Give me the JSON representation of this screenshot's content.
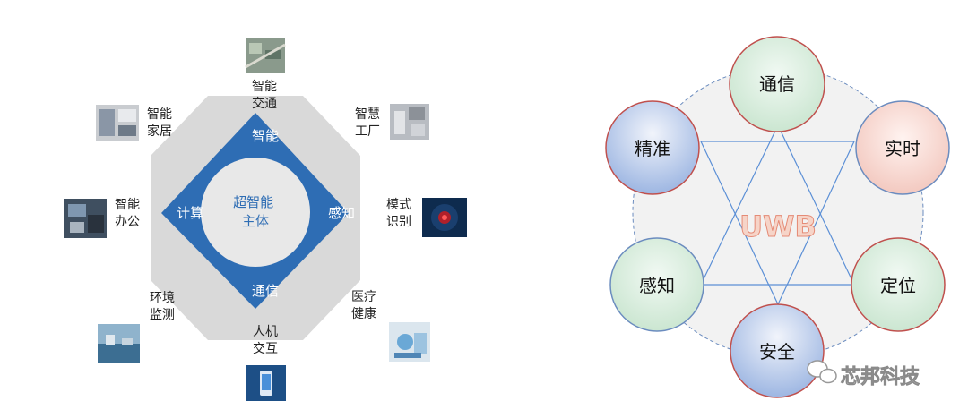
{
  "left_diagram": {
    "center": "超智能\n主体",
    "inner_labels": {
      "top": "智能",
      "right": "感知",
      "bottom": "通信",
      "left": "计算"
    },
    "outer_labels": {
      "top": "智能\n交通",
      "top_right": "智慧\n工厂",
      "right": "模式\n识别",
      "bottom_right": "医疗\n健康",
      "bottom": "人机\n交互",
      "bottom_left": "环境\n监测",
      "left": "智能\n办公",
      "top_left": "智能\n家居"
    }
  },
  "right_diagram": {
    "center": "UWB",
    "nodes": [
      "通信",
      "实时",
      "定位",
      "安全",
      "感知",
      "精准"
    ]
  },
  "watermark": "芯邦科技",
  "colors": {
    "octagon": "#d9d9d9",
    "diamond": "#2e6db4",
    "center_circle": "#e8e8e8",
    "green_node_top": "#e9f5ec",
    "green_node_edge": "#cfe9d4",
    "red_node_edge": "#f5c8c2",
    "blue_node_edge": "#9fb8e3",
    "node_border": "#c0504d",
    "star_line": "#5b8fd6",
    "uwb_text": "#e8a090"
  }
}
